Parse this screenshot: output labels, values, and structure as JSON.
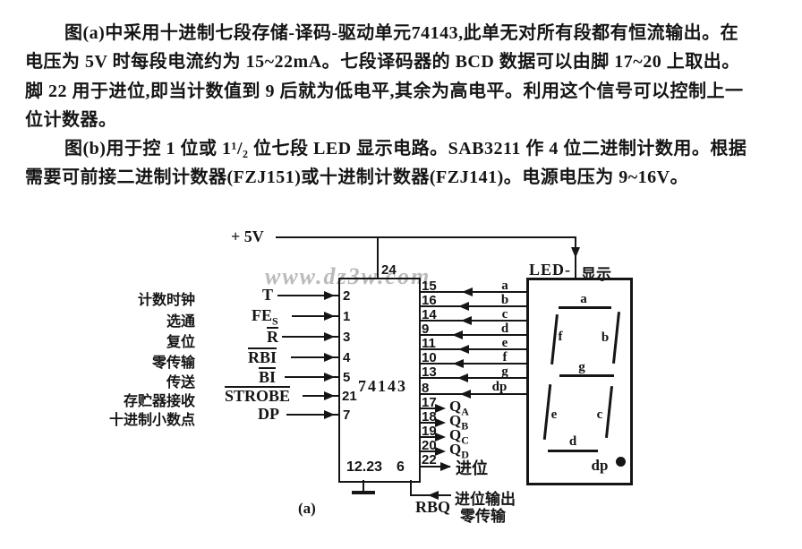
{
  "text_block": {
    "lines": [
      "图(a)中采用十进制七段存储-译码-驱动单元74143,此单无对所有段都有恒流输出。在",
      "电压为 5V 时每段电流约为 15~22mA。七段译码器的 BCD 数据可以由脚 17~20 上取出。",
      "脚 22 用于进位,即当计数值到 9 后就为低电平,其余为高电平。利用这个信号可以控制上一",
      "位计数器。",
      "图(b)用于控 1 位或 1¹/₂ 位七段 LED 显示电路。SAB3211 作 4 位二进制计数用。根据",
      "需要可前接二进制计数器(FZJ151)或十进制计数器(FZJ141)。电源电压为 9~16V。"
    ]
  },
  "diagram": {
    "watermark": "www.dz3w.com",
    "power": {
      "label": "+ 5V",
      "chip_pin": "24"
    },
    "chip": {
      "part": "74143",
      "gnd_pins": "12.23",
      "pin6": "6"
    },
    "inputs": [
      {
        "name": "计数时钟",
        "signal": "T",
        "pin": "2"
      },
      {
        "name": "选通",
        "signal": "FE",
        "subscript": "S",
        "pin": "1"
      },
      {
        "name": "复位",
        "signal": "R",
        "pin": "3"
      },
      {
        "name": "零传输",
        "signal": "RBI",
        "pin": "4"
      },
      {
        "name": "传送",
        "signal": "BI",
        "pin": "5"
      },
      {
        "name": "存贮器接收",
        "signal": "STROBE",
        "pin": "21"
      },
      {
        "name": "十进制小数点",
        "signal": "DP",
        "pin": "7"
      }
    ],
    "segments": [
      {
        "pin": "15",
        "seg": "a"
      },
      {
        "pin": "16",
        "seg": "b"
      },
      {
        "pin": "14",
        "seg": "c"
      },
      {
        "pin": "9",
        "seg": "d"
      },
      {
        "pin": "11",
        "seg": "e"
      },
      {
        "pin": "10",
        "seg": "f"
      },
      {
        "pin": "13",
        "seg": "g"
      },
      {
        "pin": "8",
        "seg": "dp"
      }
    ],
    "bcd": [
      {
        "pin": "17",
        "q": "Q",
        "sub": "A"
      },
      {
        "pin": "18",
        "q": "Q",
        "sub": "B"
      },
      {
        "pin": "19",
        "q": "Q",
        "sub": "C"
      },
      {
        "pin": "20",
        "q": "Q",
        "sub": "D"
      }
    ],
    "carry": {
      "pin": "22",
      "label": "进位"
    },
    "rbq": {
      "signal": "RBQ",
      "label_line1": "进位输出",
      "label_line2": "零传输"
    },
    "led": {
      "title_prefix": "LED-",
      "title_suffix": "显示",
      "seg_a": "a",
      "seg_b": "b",
      "seg_c": "c",
      "seg_d": "d",
      "seg_e": "e",
      "seg_f": "f",
      "seg_g": "g",
      "seg_dp": "dp"
    },
    "caption": "(a)"
  }
}
